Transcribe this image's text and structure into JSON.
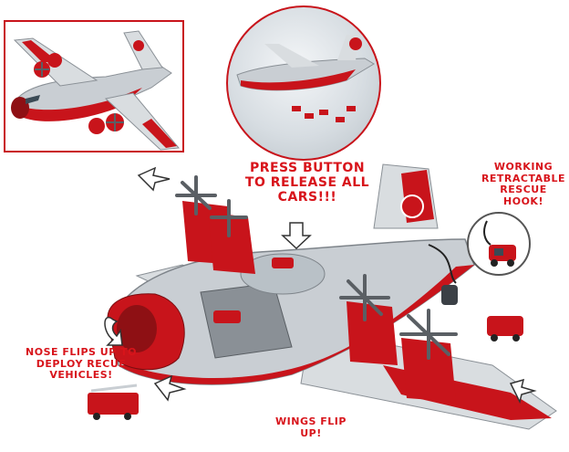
{
  "callouts": {
    "press_button": "PRESS BUTTON TO RELEASE ALL CARS!!!",
    "hook": "WORKING RETRACTABLE RESCUE HOOK!",
    "nose": "NOSE FLIPS UP TO DEPLOY RECUE VEHICLES!",
    "wings": "WINGS FLIP UP!"
  },
  "colors": {
    "red": "#c8141b",
    "silver": "#c9ced3",
    "callout": "#d8141b"
  },
  "images": {
    "inset_box": "plane-overview-image",
    "inset_circle": "plane-flight-release-image",
    "main": "fire-rescue-plane-toy-image",
    "hook": "rescue-hook-image"
  }
}
